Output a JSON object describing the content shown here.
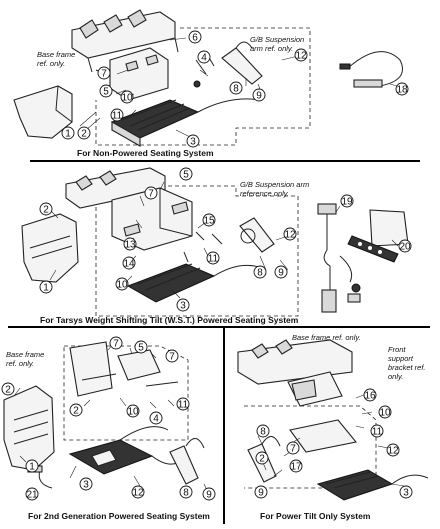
{
  "section1": {
    "caption": "For Non-Powered Seating System",
    "notes": {
      "base_frame": [
        "Base frame",
        "ref. only."
      ],
      "suspension": [
        "G/B Suspension",
        "arm ref. only."
      ]
    },
    "callouts": [
      "1",
      "2",
      "3",
      "4",
      "5",
      "6",
      "7",
      "8",
      "9",
      "10",
      "11",
      "12",
      "18"
    ]
  },
  "section2": {
    "caption": "For Tarsys Weight Shifting Tilt (W.S.T.) Powered Seating System",
    "notes": {
      "suspension": [
        "G/B Suspension arm",
        "reference only."
      ]
    },
    "callouts": [
      "1",
      "2",
      "3",
      "5",
      "7",
      "8",
      "9",
      "10",
      "11",
      "12",
      "13",
      "14",
      "15",
      "19",
      "20"
    ]
  },
  "section3": {
    "caption": "For 2nd Generation Powered Seating System",
    "notes": {
      "base_frame": [
        "Base frame",
        "ref. only."
      ]
    },
    "callouts": [
      "1",
      "2",
      "3",
      "4",
      "5",
      "7",
      "8",
      "9",
      "10",
      "11",
      "12",
      "21"
    ]
  },
  "section4": {
    "caption": "For Power Tilt Only System",
    "notes": {
      "base_frame": [
        "Base frame ",
        "ref. only",
        "."
      ],
      "front_bracket": [
        "Front",
        "support",
        "bracket ref.",
        "only."
      ]
    },
    "callouts": [
      "2",
      "3",
      "7",
      "8",
      "9",
      "10",
      "11",
      "12",
      "16",
      "17"
    ]
  }
}
